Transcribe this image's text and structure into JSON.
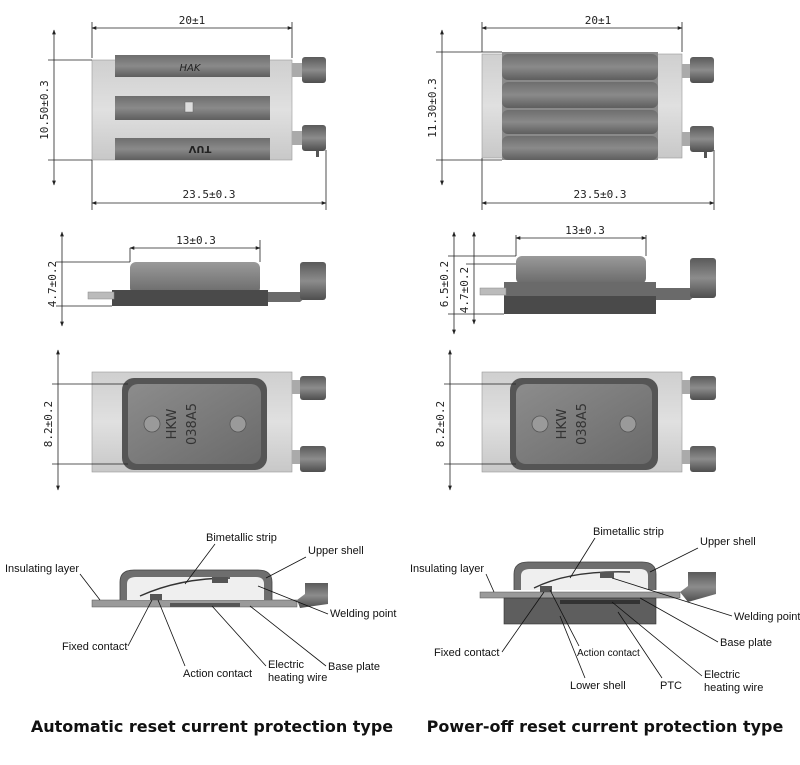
{
  "left": {
    "top_view": {
      "dim_width": "20±1",
      "dim_height": "10.50±0.3",
      "dim_total": "23.5±0.3",
      "brand_mark": "HAK",
      "cert_mark": "TUV"
    },
    "side_view": {
      "dim_width": "13±0.3",
      "dim_height": "4.7±0.2"
    },
    "bottom_view": {
      "dim_height": "8.2±0.2",
      "brand": "HKW",
      "model": "038A5"
    },
    "section": {
      "labels": {
        "bimetallic_strip": "Bimetallic strip",
        "upper_shell": "Upper shell",
        "insulating_layer": "Insulating layer",
        "welding_point": "Welding point",
        "fixed_contact": "Fixed contact",
        "base_plate": "Base plate",
        "electric_heating_wire": [
          "Electric",
          "heating wire"
        ],
        "action_contact": "Action contact"
      }
    },
    "caption": "Automatic reset current protection type"
  },
  "right": {
    "top_view": {
      "dim_width": "20±1",
      "dim_height": "11.30±0.3",
      "dim_total": "23.5±0.3"
    },
    "side_view": {
      "dim_width": "13±0.3",
      "dim_height_outer": "6.5±0.2",
      "dim_height_inner": "4.7±0.2"
    },
    "bottom_view": {
      "dim_height": "8.2±0.2",
      "brand": "HKW",
      "model": "038A5"
    },
    "section": {
      "labels": {
        "bimetallic_strip": "Bimetallic strip",
        "upper_shell": "Upper shell",
        "insulating_layer": "Insulating layer",
        "welding_point": "Welding point",
        "base_plate": "Base plate",
        "fixed_contact": "Fixed contact",
        "action_contact": "Action contact",
        "electric_heating_wire": [
          "Electric",
          "heating wire"
        ],
        "lower_shell": "Lower shell",
        "ptc": "PTC"
      }
    },
    "caption": "Power-off reset current protection type"
  }
}
